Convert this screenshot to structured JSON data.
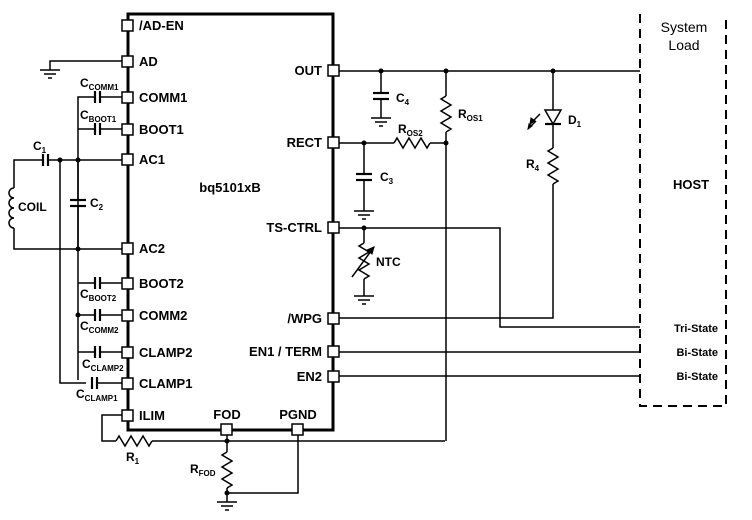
{
  "chip": {
    "name": "bq5101xB",
    "left_pins": [
      "/AD-EN",
      "AD",
      "COMM1",
      "BOOT1",
      "AC1",
      "AC2",
      "BOOT2",
      "COMM2",
      "CLAMP2",
      "CLAMP1",
      "ILIM"
    ],
    "right_pins": [
      "OUT",
      "RECT",
      "TS-CTRL",
      "/WPG",
      "EN1 / TERM",
      "EN2"
    ],
    "bottom_pins": [
      "FOD",
      "PGND"
    ]
  },
  "components": {
    "coil": "COIL",
    "c1": {
      "main": "C",
      "sub": "1"
    },
    "c2": {
      "main": "C",
      "sub": "2"
    },
    "c3": {
      "main": "C",
      "sub": "3"
    },
    "c4": {
      "main": "C",
      "sub": "4"
    },
    "ccomm1": {
      "main": "C",
      "sub": "COMM1"
    },
    "cboot1": {
      "main": "C",
      "sub": "BOOT1"
    },
    "cboot2": {
      "main": "C",
      "sub": "BOOT2"
    },
    "ccomm2": {
      "main": "C",
      "sub": "COMM2"
    },
    "cclamp2": {
      "main": "C",
      "sub": "CLAMP2"
    },
    "cclamp1": {
      "main": "C",
      "sub": "CLAMP1"
    },
    "r1": {
      "main": "R",
      "sub": "1"
    },
    "rfod": {
      "main": "R",
      "sub": "FOD"
    },
    "ros1": {
      "main": "R",
      "sub": "OS1"
    },
    "ros2": {
      "main": "R",
      "sub": "OS2"
    },
    "r4": {
      "main": "R",
      "sub": "4"
    },
    "d1": {
      "main": "D",
      "sub": "1"
    },
    "ntc": "NTC"
  },
  "system_load": [
    "System",
    "Load"
  ],
  "host": {
    "title": "HOST",
    "signals": [
      "Tri-State",
      "Bi-State",
      "Bi-State"
    ]
  }
}
